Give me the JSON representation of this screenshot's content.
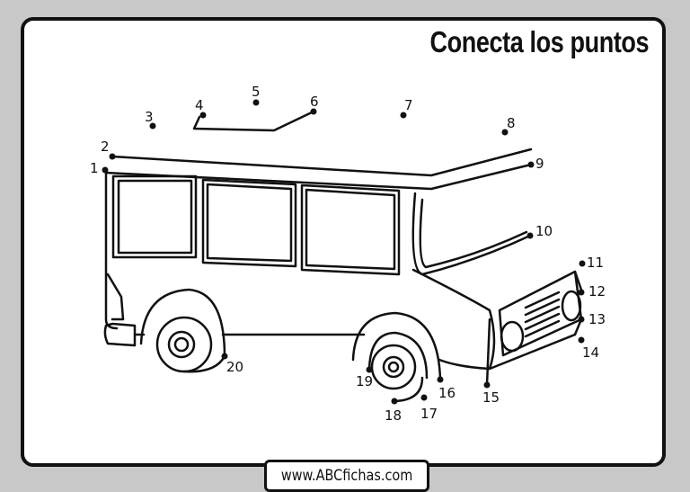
{
  "title": "Conecta los puntos",
  "footer": "www.ABCfichas.com",
  "dots": [
    "1",
    "2",
    "3",
    "4",
    "5",
    "6",
    "7",
    "8",
    "9",
    "10",
    "11",
    "12",
    "13",
    "14",
    "15",
    "16",
    "17",
    "18",
    "19",
    "20"
  ],
  "colors": {
    "ink": "#111111",
    "background": "#c8c8c8",
    "paper": "#ffffff"
  }
}
